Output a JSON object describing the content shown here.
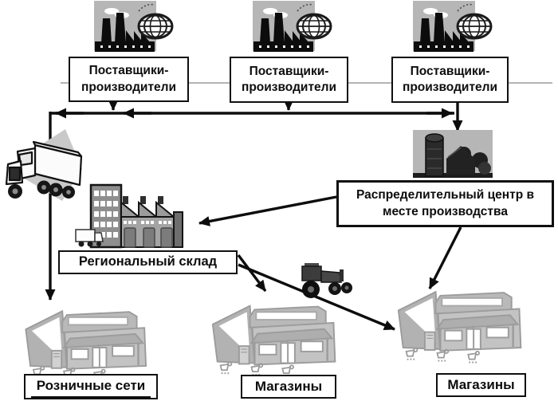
{
  "diagram_title": "supply-chain-distribution-scheme",
  "colors": {
    "line": "#0d0d0d",
    "thin_connector": "#9a9a9a",
    "icon_background_gray": "#b6b6b6",
    "store_gray": "#a8a8a8",
    "box_background": "#ffffff",
    "box_border": "#101010"
  },
  "suppliers": [
    {
      "line1": "Поставщики-",
      "line2": "производители"
    },
    {
      "line1": "Поставщики-",
      "line2": "производители"
    },
    {
      "line1": "Поставщики-",
      "line2": "производители"
    }
  ],
  "distribution_center": {
    "line1": "Распределительный центр в",
    "line2": "месте производства"
  },
  "regional_warehouse": {
    "label": "Региональный склад"
  },
  "retail_nodes": [
    {
      "label": "Розничные сети"
    },
    {
      "label": "Магазины"
    },
    {
      "label": "Магазины"
    }
  ],
  "icons": {
    "factory": "factory-with-globe-icon",
    "truck": "delivery-truck-icon",
    "warehouse": "warehouse-complex-icon",
    "silo": "farm-silo-icon",
    "tractor": "tractor-truck-icon",
    "store": "retail-store-icon"
  }
}
